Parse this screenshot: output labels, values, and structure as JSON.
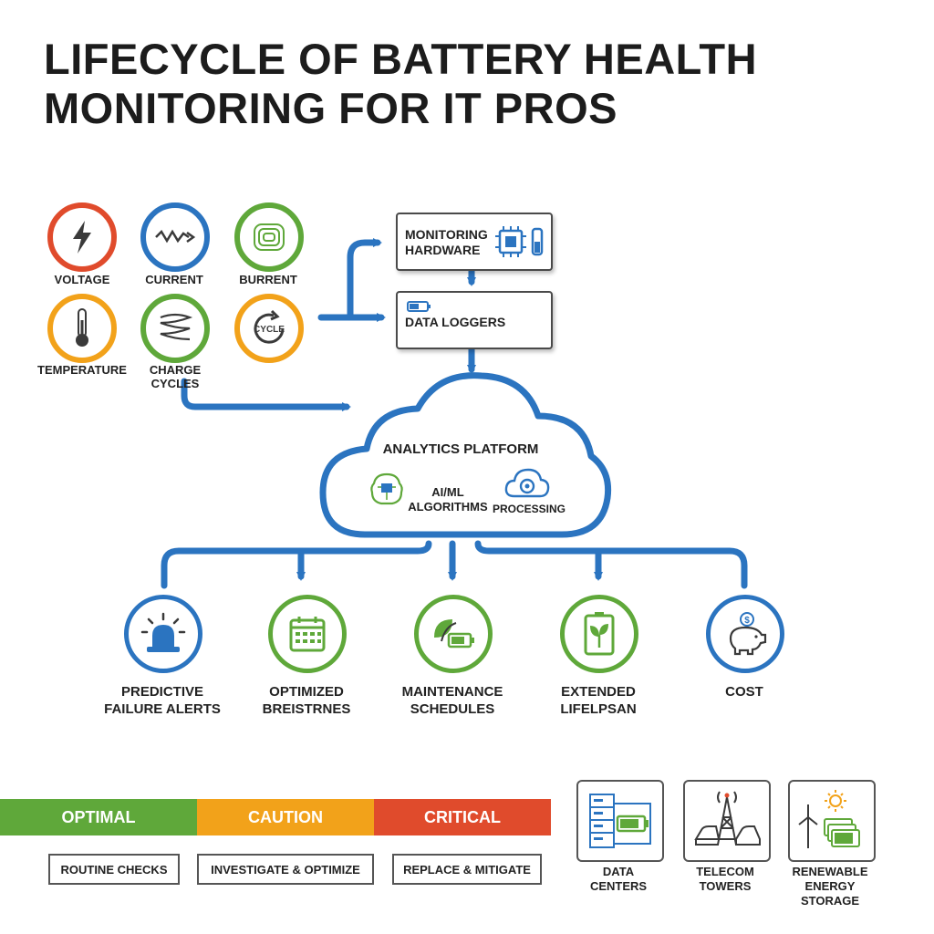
{
  "title": {
    "line1": "LIFECYCLE OF BATTERY HEALTH",
    "line2": "MONITORING FOR IT PROS"
  },
  "colors": {
    "blue": "#2b74c0",
    "red": "#e04b2c",
    "green": "#5fa83a",
    "orange": "#f2a21a"
  },
  "metrics": [
    {
      "label": "VOLTAGE",
      "icon": "lightning-icon"
    },
    {
      "label": "CURRENT",
      "icon": "wave-icon"
    },
    {
      "label": "BURRENT",
      "icon": "coil-icon"
    },
    {
      "label": "TEMPERATURE",
      "icon": "thermometer-icon"
    },
    {
      "label": "CHARGE CYCLES",
      "icon": "spring-icon"
    },
    {
      "label": "CYCLE",
      "icon": "cycle-icon"
    }
  ],
  "hardware": {
    "monitoring_line1": "MONITORING",
    "monitoring_line2": "HARDWARE",
    "loggers": "DATA LOGGERS"
  },
  "platform": {
    "title": "ANALYTICS PLATFORM",
    "ai_line1": "AI/ML",
    "ai_line2": "ALGORITHMS",
    "processing": "PROCESSING"
  },
  "outcomes": [
    {
      "line1": "PREDICTIVE",
      "line2": "FAILURE ALERTS",
      "icon": "alarm-icon"
    },
    {
      "line1": "OPTIMIZED",
      "line2": "BREISTRNES",
      "icon": "calendar-icon"
    },
    {
      "line1": "MAINTENANCE",
      "line2": "SCHEDULES",
      "icon": "leaf-battery-icon"
    },
    {
      "line1": "EXTENDED",
      "line2": "LIFELPSAN",
      "icon": "plant-battery-icon"
    },
    {
      "line1": "COST",
      "line2": "",
      "icon": "piggy-bank-icon"
    }
  ],
  "status": [
    {
      "label": "OPTIMAL",
      "color": "#5fa83a",
      "action": "ROUTINE CHECKS"
    },
    {
      "label": "CAUTION",
      "color": "#f2a21a",
      "action": "INVESTIGATE & OPTIMIZE"
    },
    {
      "label": "CRITICAL",
      "color": "#e04b2c",
      "action": "REPLACE & MITIGATE"
    }
  ],
  "usecases": [
    {
      "line1": "DATA",
      "line2": "CENTERS",
      "line3": "",
      "icon": "server-battery-icon"
    },
    {
      "line1": "TELECOM",
      "line2": "TOWERS",
      "line3": "",
      "icon": "tower-icon"
    },
    {
      "line1": "RENEWABLE",
      "line2": "ENERGY",
      "line3": "STORAGE",
      "icon": "wind-solar-icon"
    }
  ]
}
